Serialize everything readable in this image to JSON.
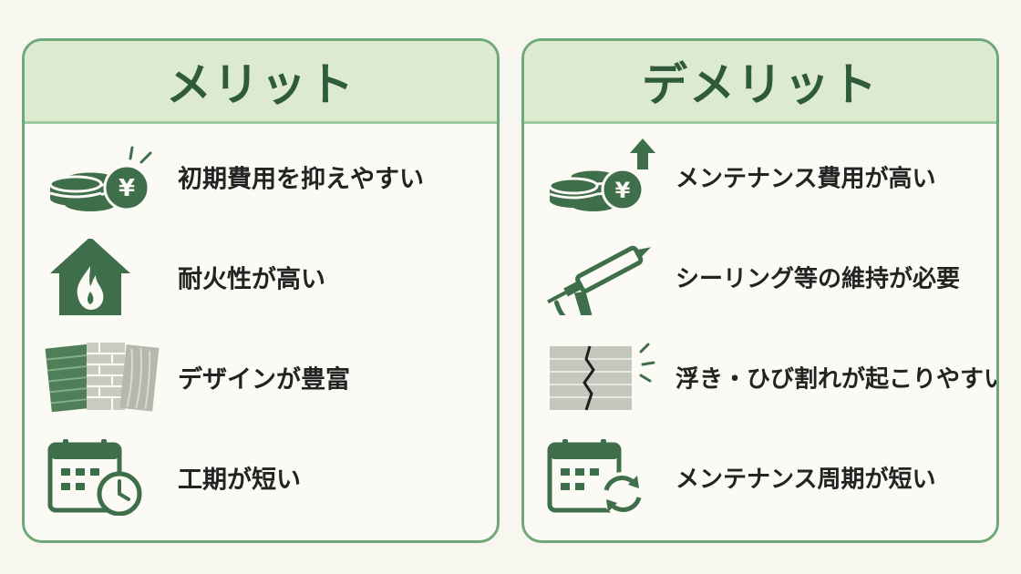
{
  "merit": {
    "title": "メリット",
    "items": [
      {
        "label": "初期費用を抑えやすい",
        "icon": "coins-yen-icon"
      },
      {
        "label": "耐火性が高い",
        "icon": "house-fire-icon"
      },
      {
        "label": "デザインが豊富",
        "icon": "siding-panels-icon"
      },
      {
        "label": "工期が短い",
        "icon": "calendar-clock-icon"
      }
    ]
  },
  "demerit": {
    "title": "デメリット",
    "items": [
      {
        "label": "メンテナンス費用が高い",
        "icon": "coins-yen-up-icon"
      },
      {
        "label": "シーリング等の維持が必要",
        "icon": "caulking-gun-icon"
      },
      {
        "label": "浮き・ひび割れが起こりやすい",
        "icon": "cracked-siding-icon"
      },
      {
        "label": "メンテナンス周期が短い",
        "icon": "calendar-cycle-icon"
      }
    ]
  },
  "colors": {
    "accent": "#2f5a3c",
    "icon_dark": "#3f6e4a",
    "header_bg": "#dceacf",
    "border": "#6fa878",
    "background": "#f7f6ef"
  }
}
